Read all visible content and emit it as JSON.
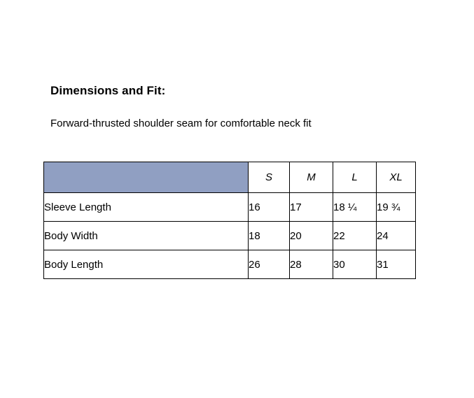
{
  "document": {
    "heading": "Dimensions and Fit:",
    "subtitle": "Forward-thrusted shoulder seam for comfortable neck fit"
  },
  "table": {
    "header_fill_color": "#909FC2",
    "border_color": "#000000",
    "corner_label": "",
    "columns": [
      "S",
      "M",
      "L",
      "XL"
    ],
    "rows": [
      {
        "label": "Sleeve Length",
        "values": [
          "16",
          "17",
          "18 ¼",
          "19 ¾"
        ]
      },
      {
        "label": "Body Width",
        "values": [
          "18",
          "20",
          "22",
          "24"
        ]
      },
      {
        "label": "Body Length",
        "values": [
          "26",
          "28",
          "30",
          "31"
        ]
      }
    ]
  }
}
